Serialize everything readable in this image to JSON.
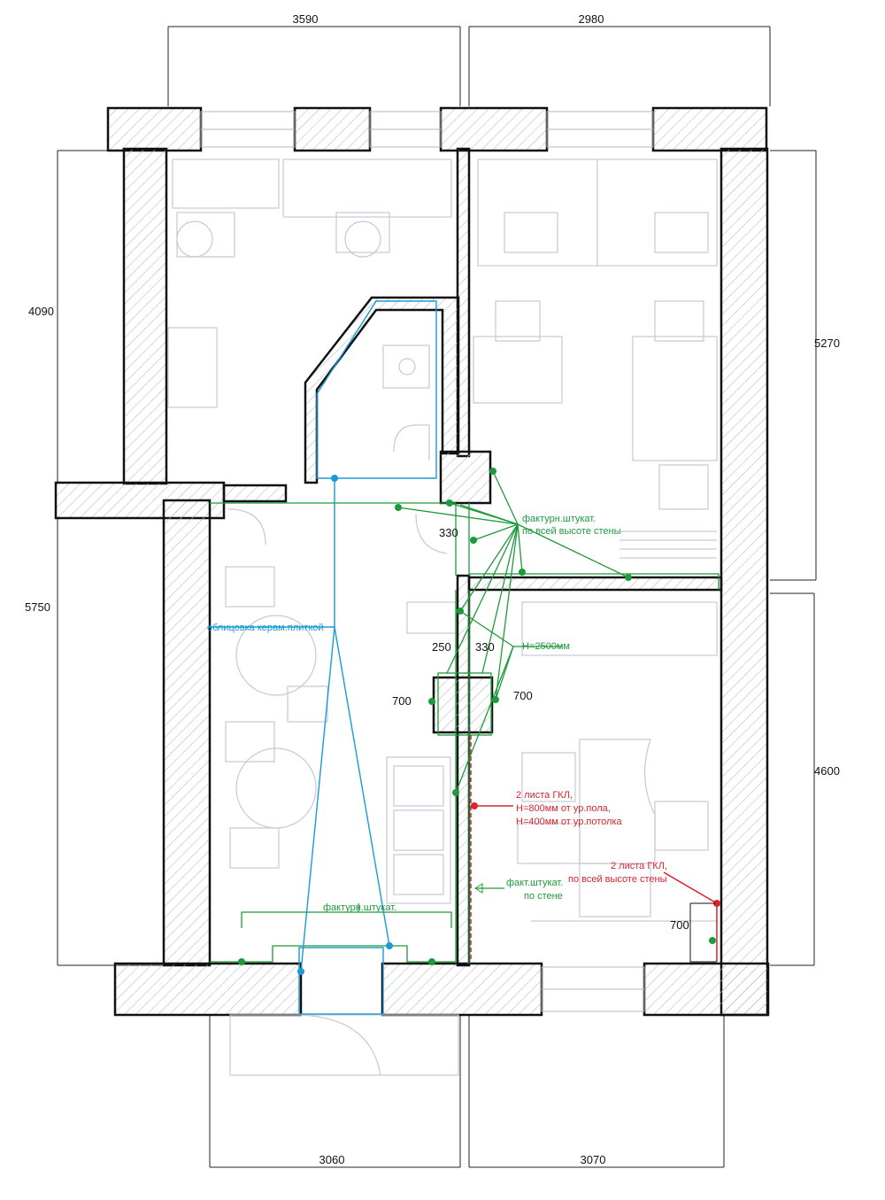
{
  "dimensions": {
    "top_left": "3590",
    "top_right": "2980",
    "left_upper": "4090",
    "left_lower": "5750",
    "right_upper": "5270",
    "right_lower": "4600",
    "bottom_left": "3060",
    "bottom_right": "3070",
    "d330_top": "330",
    "d250": "250",
    "d330_mid": "330",
    "d700_left": "700",
    "d700_right": "700",
    "d700_corner": "700"
  },
  "notes": {
    "plaster_full_height_1": "фактурн.штукат.",
    "plaster_full_height_2": "по всей высоте стены",
    "height_2500": "H=2500мм",
    "ceramic_tiles": "облицовка керам.плиткой",
    "gkl_partial_1": "2 листа ГКЛ,",
    "gkl_partial_2": "H=800мм от ур.пола,",
    "gkl_partial_3": "H=400мм от ур.потолка",
    "gkl_full_1": "2 листа ГКЛ,",
    "gkl_full_2": "по всей высоте стены",
    "plaster_wall_1": "факт.штукат.",
    "plaster_wall_2": "по стене",
    "plaster_bottom": "фактурн.штукат."
  },
  "colors": {
    "wall_outline": "#111111",
    "wall_hatch": "#b9bcc8",
    "furniture": "#c6c9d6",
    "green": "#1f9a3a",
    "blue": "#1b9ad6",
    "red": "#d8242e"
  }
}
